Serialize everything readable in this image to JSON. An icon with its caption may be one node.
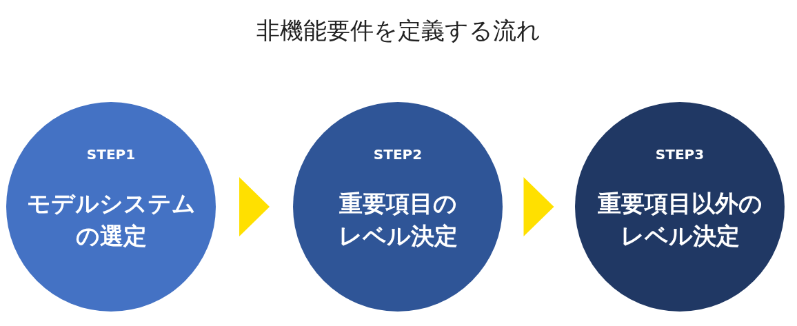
{
  "diagram": {
    "title": "非機能要件を定義する流れ",
    "nodes": [
      {
        "text": [
          "STEP1",
          "モデルシステムの選定"
        ]
      },
      {
        "text": [
          "STEP2",
          "重要項目のレベル決定"
        ]
      },
      {
        "text": [
          "STEP3",
          "重要項目以外のレベル決定"
        ]
      }
    ],
    "edges": [
      {
        "from": 0,
        "to": 1,
        "arrow": "to"
      },
      {
        "from": 1,
        "to": 2,
        "arrow": "to"
      }
    ]
  }
}
